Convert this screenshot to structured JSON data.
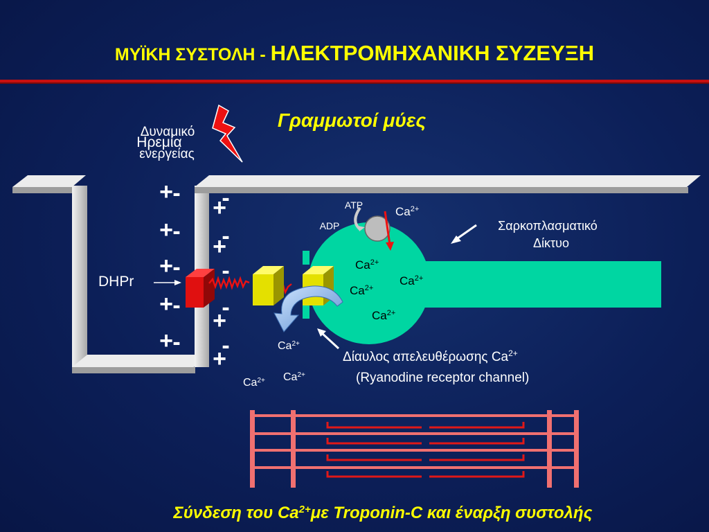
{
  "title": {
    "part1": "ΜΥΪΚΗ ΣΥΣΤΟΛΗ - ",
    "part2": "ΗΛΕΚΤΡΟΜΗΧΑΝΙΚΗ ΣΥΖΕΥΞΗ"
  },
  "subtitle": "Γραμμωτοί μύες",
  "labels": {
    "action_potential_line1": "Δυναμικό",
    "action_potential_line2": "ενεργείας",
    "resting_potential": "Ηρεμία",
    "dhpr": "DHPr",
    "atp": "ATP",
    "adp": "ADP",
    "sr_line1": "Σαρκοπλασματικό",
    "sr_line2": "Δίκτυο",
    "channel_line1": "Δίαυλος απελευθέρωσης Ca",
    "channel_line1_sup": "2+",
    "channel_line2": "(Ryanodine receptor channel)"
  },
  "ions": {
    "base": "Ca",
    "charge": "2+"
  },
  "signs": {
    "plus": "+",
    "minus": "-"
  },
  "bottom_caption": {
    "pre": "Σύνδεση του Ca",
    "sup": "2+",
    "post": "με Troponin-C και έναρξη συστολής"
  },
  "colors": {
    "title": "#ffff00",
    "red_rule": "#cc1111",
    "sr": "#00d6a2",
    "membrane": "#dcdcdc",
    "dhpr": "#e01010",
    "ryr": "#e4e000",
    "sarcomere": "#f06f6f",
    "sarcomere_dark": "#e01818",
    "channel_arrow": "#7ab0e6"
  }
}
